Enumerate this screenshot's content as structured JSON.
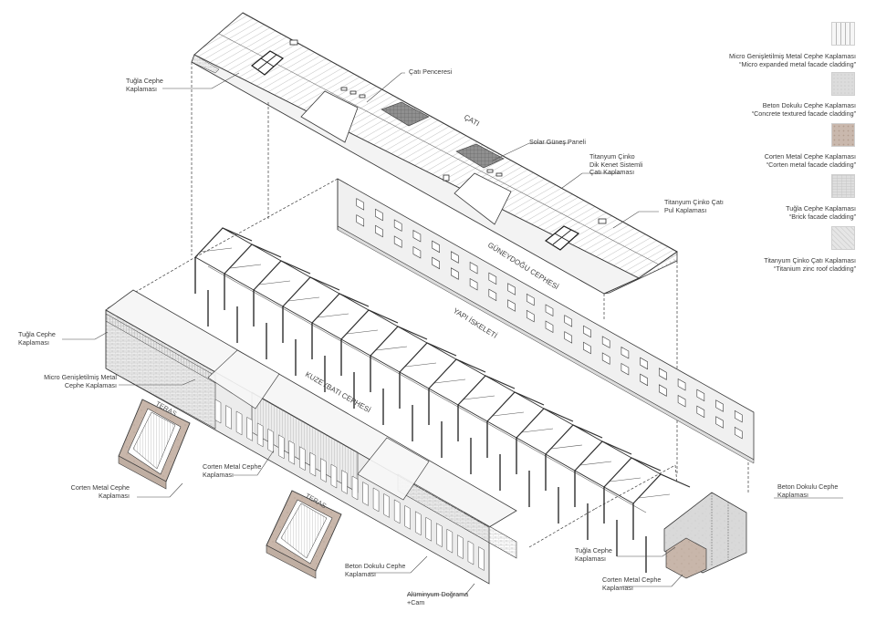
{
  "labels": {
    "brick_roof": [
      "Tuğla Cephe",
      "Kaplaması"
    ],
    "roof_window": [
      "Çatı Penceresi"
    ],
    "solar": [
      "Solar Güneş Paneli"
    ],
    "titanium_standing_seam": [
      "Titanyum Çinko",
      "Dik Kenet Sistemli",
      "Çatı Kaplaması"
    ],
    "titanium_shingle": [
      "Titanyum Çinko Çatı",
      "Pul Kaplaması"
    ],
    "brick_left": [
      "Tuğla Cephe",
      "Kaplaması"
    ],
    "micro_left": [
      "Micro Genişletilmiş Metal",
      "Cephe Kaplaması"
    ],
    "corten_upper": [
      "Corten Metal Cephe",
      "Kaplaması"
    ],
    "corten_mid": [
      "Corten Metal Cephe",
      "Kaplaması"
    ],
    "beton_bottom": [
      "Beton Dokulu Cephe",
      "Kaplaması"
    ],
    "aluminium": [
      "Alüminyum Doğrama",
      "+Cam"
    ],
    "beton_right": [
      "Beton Dokulu Cephe",
      "Kaplaması"
    ],
    "brick_bottom": [
      "Tuğla Cephe",
      "Kaplaması"
    ],
    "corten_bottom": [
      "Corten Metal Cephe",
      "Kaplaması"
    ]
  },
  "component_titles": {
    "roof": "ÇATI",
    "southeast": "GÜNEYDOĞU CEPHESİ",
    "structure": "YAPI İSKELETİ",
    "northwest": "KUZEYBATI CEPHESİ",
    "terrace_1": "TERAS",
    "terrace_2": "TERAS"
  },
  "legend": [
    {
      "lines": [
        "Micro Genişletilmiş Metal Cephe Kaplaması",
        "“Micro expanded metal facade cladding”"
      ],
      "swatch": "micro"
    },
    {
      "lines": [
        "Beton Dokulu Cephe Kaplaması",
        "“Concrete textured facade cladding”"
      ],
      "swatch": "concrete"
    },
    {
      "lines": [
        "Corten Metal Cephe Kaplaması",
        "“Corten metal facade cladding”"
      ],
      "swatch": "corten"
    },
    {
      "lines": [
        "Tuğla Cephe Kaplaması",
        "“Brick facade cladding”"
      ],
      "swatch": "brick"
    },
    {
      "lines": [
        "Titanyum Çinko Çatı Kaplaması",
        "“Titanium zinc roof cladding”"
      ],
      "swatch": "zinc"
    }
  ],
  "colors": {
    "line": "#3a3a3a",
    "roof_fill": "#ececec",
    "concrete": "#dcdcdc",
    "corten": "#c9b8ad",
    "brick": "#d8d8d8",
    "zinc": "#e4e4e4"
  }
}
